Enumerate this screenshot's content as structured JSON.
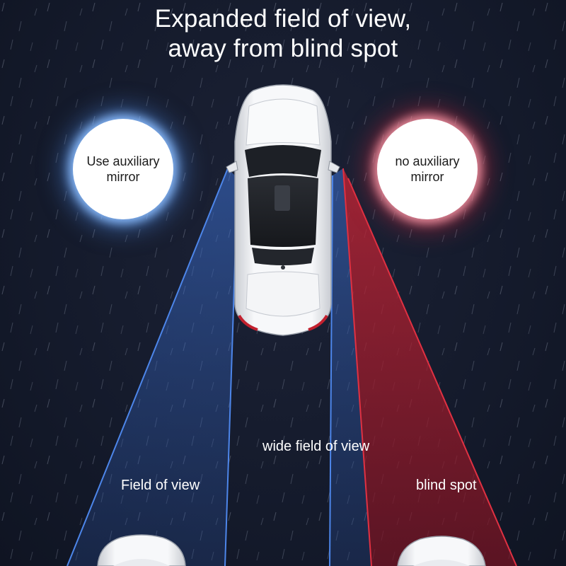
{
  "headline": {
    "line1": "Expanded field of view,",
    "line2": "away from blind spot"
  },
  "bubbles": {
    "with_mirror": {
      "line1": "Use auxiliary",
      "line2": "mirror",
      "glow_color": "#5a9be8"
    },
    "without_mirror": {
      "line1": "no auxiliary",
      "line2": "mirror",
      "glow_color": "#d03040"
    }
  },
  "labels": {
    "field_of_view": "Field of view",
    "wide_field": "wide field of view",
    "blind_spot": "blind spot"
  },
  "colors": {
    "background": "#141a2b",
    "view_cone": "#3d6fc8",
    "blind_cone": "#b3202e",
    "car_body": "#f1f2f4"
  }
}
